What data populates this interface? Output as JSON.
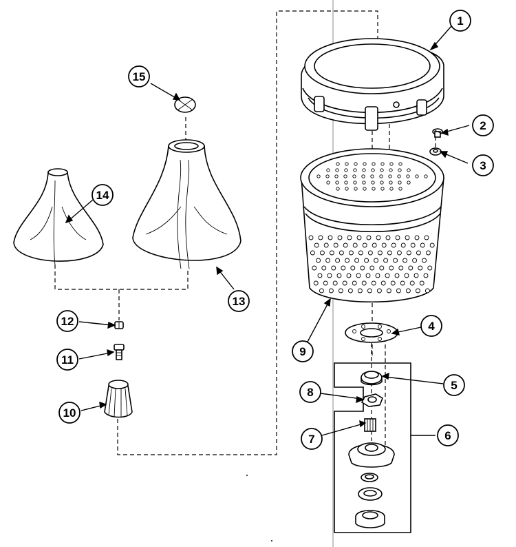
{
  "callouts": [
    {
      "id": "1",
      "label": "1"
    },
    {
      "id": "2",
      "label": "2"
    },
    {
      "id": "3",
      "label": "3"
    },
    {
      "id": "4",
      "label": "4"
    },
    {
      "id": "5",
      "label": "5"
    },
    {
      "id": "6",
      "label": "6"
    },
    {
      "id": "7",
      "label": "7"
    },
    {
      "id": "8",
      "label": "8"
    },
    {
      "id": "9",
      "label": "9"
    },
    {
      "id": "10",
      "label": "10"
    },
    {
      "id": "11",
      "label": "11"
    },
    {
      "id": "12",
      "label": "12"
    },
    {
      "id": "13",
      "label": "13"
    },
    {
      "id": "14",
      "label": "14"
    },
    {
      "id": "15",
      "label": "15"
    }
  ],
  "parts": [
    "balance-ring",
    "screw",
    "washer",
    "hub-gasket",
    "nut-seal",
    "spin-tube-assembly",
    "bearing",
    "hex-nut",
    "wash-basket",
    "agitator-base",
    "agitator-bolt",
    "agitator-nut",
    "agitator-dual-action",
    "agitator-single",
    "agitator-cap"
  ],
  "colors": {
    "line": "#000000",
    "background": "#ffffff"
  }
}
